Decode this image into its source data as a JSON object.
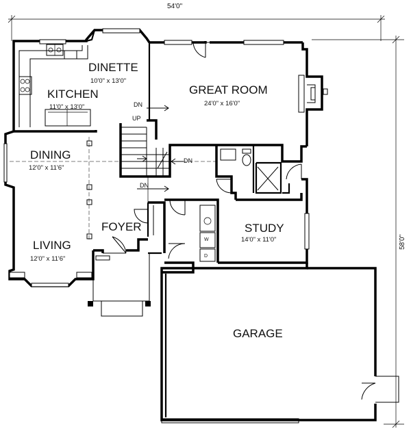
{
  "overall_width": "54'0\"",
  "overall_depth": "58'0\"",
  "rooms": [
    {
      "id": "dinette",
      "name": "DINETTE",
      "dim": "10'0\" x 13'0\""
    },
    {
      "id": "kitchen",
      "name": "KITCHEN",
      "dim": "11'0\" x 13'0\""
    },
    {
      "id": "great-room",
      "name": "GREAT ROOM",
      "dim": "24'0\" x 16'0\""
    },
    {
      "id": "dining",
      "name": "DINING",
      "dim": "12'0\" x 11'6\""
    },
    {
      "id": "foyer",
      "name": "FOYER",
      "dim": ""
    },
    {
      "id": "living",
      "name": "LIVING",
      "dim": "12'0\" x 11'6\""
    },
    {
      "id": "study",
      "name": "STUDY",
      "dim": "14'0\" x 11'0\""
    },
    {
      "id": "garage",
      "name": "GARAGE",
      "dim": ""
    }
  ],
  "stair_labels": {
    "dn_upper": "DN",
    "up": "UP",
    "dn_lower": "DN",
    "dn_right": "DN"
  },
  "laundry_labels": {
    "washer": "W",
    "dryer": "D"
  }
}
